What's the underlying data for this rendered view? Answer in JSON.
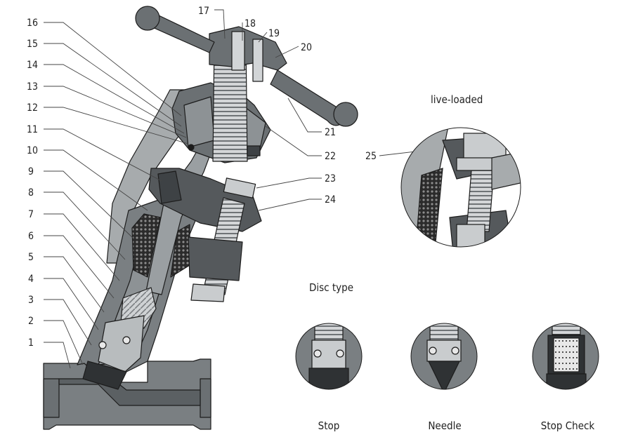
{
  "colors": {
    "body": "#7a7f82",
    "body_dark": "#55595c",
    "yoke": "#a7abad",
    "handle": "#6b7073",
    "steel_light": "#c9ccce",
    "packing": "#2b2b2b",
    "outline": "#1c1c1c"
  },
  "callouts": [
    {
      "label": "1",
      "side": "left"
    },
    {
      "label": "2",
      "side": "left"
    },
    {
      "label": "3",
      "side": "left"
    },
    {
      "label": "4",
      "side": "left"
    },
    {
      "label": "5",
      "side": "left"
    },
    {
      "label": "6",
      "side": "left"
    },
    {
      "label": "7",
      "side": "left"
    },
    {
      "label": "8",
      "side": "left"
    },
    {
      "label": "9",
      "side": "left"
    },
    {
      "label": "10",
      "side": "left"
    },
    {
      "label": "11",
      "side": "left"
    },
    {
      "label": "12",
      "side": "left"
    },
    {
      "label": "13",
      "side": "left"
    },
    {
      "label": "14",
      "side": "left"
    },
    {
      "label": "15",
      "side": "left"
    },
    {
      "label": "16",
      "side": "left"
    },
    {
      "label": "17",
      "side": "top"
    },
    {
      "label": "18",
      "side": "top"
    },
    {
      "label": "19",
      "side": "top"
    },
    {
      "label": "20",
      "side": "top"
    },
    {
      "label": "21",
      "side": "right"
    },
    {
      "label": "22",
      "side": "right"
    },
    {
      "label": "23",
      "side": "right"
    },
    {
      "label": "24",
      "side": "right"
    },
    {
      "label": "25",
      "side": "detail"
    }
  ],
  "detail": {
    "title": "live-loaded"
  },
  "disc_section": {
    "title": "Disc type",
    "types": [
      "Stop",
      "Needle",
      "Stop Check"
    ]
  }
}
